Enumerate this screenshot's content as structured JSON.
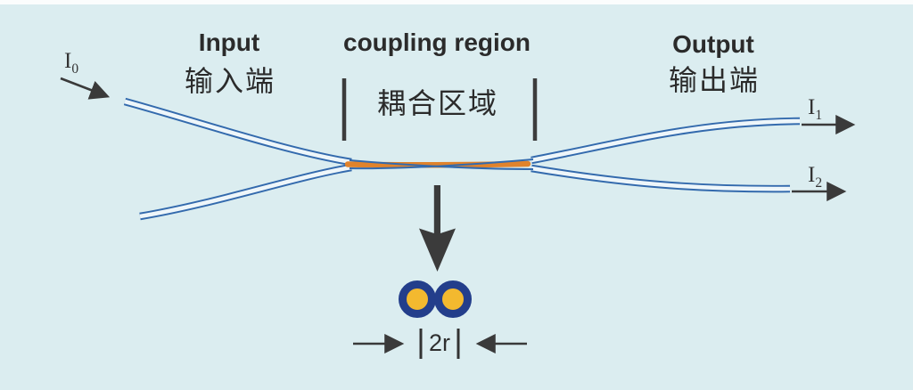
{
  "diagram": {
    "labels": {
      "input_en": "Input",
      "input_zh": "输入端",
      "coupling_en": "coupling region",
      "coupling_zh": "耦合区域",
      "output_en": "Output",
      "output_zh": "输出端"
    },
    "ports": {
      "input": {
        "base": "I",
        "sub": "0"
      },
      "output1": {
        "base": "I",
        "sub": "1"
      },
      "output2": {
        "base": "I",
        "sub": "2"
      }
    },
    "dimension": {
      "label": "2r"
    },
    "colors": {
      "background": "#dbedf0",
      "top_strip": "#fbfdfd",
      "fiber_outline": "#336aad",
      "fiber_fill": "#eef6fa",
      "coupling_highlight": "#e0832c",
      "cladding": "#233e8b",
      "core": "#f3b92f",
      "annotation": "#3a3a3a",
      "text": "#2b2b2b"
    }
  }
}
